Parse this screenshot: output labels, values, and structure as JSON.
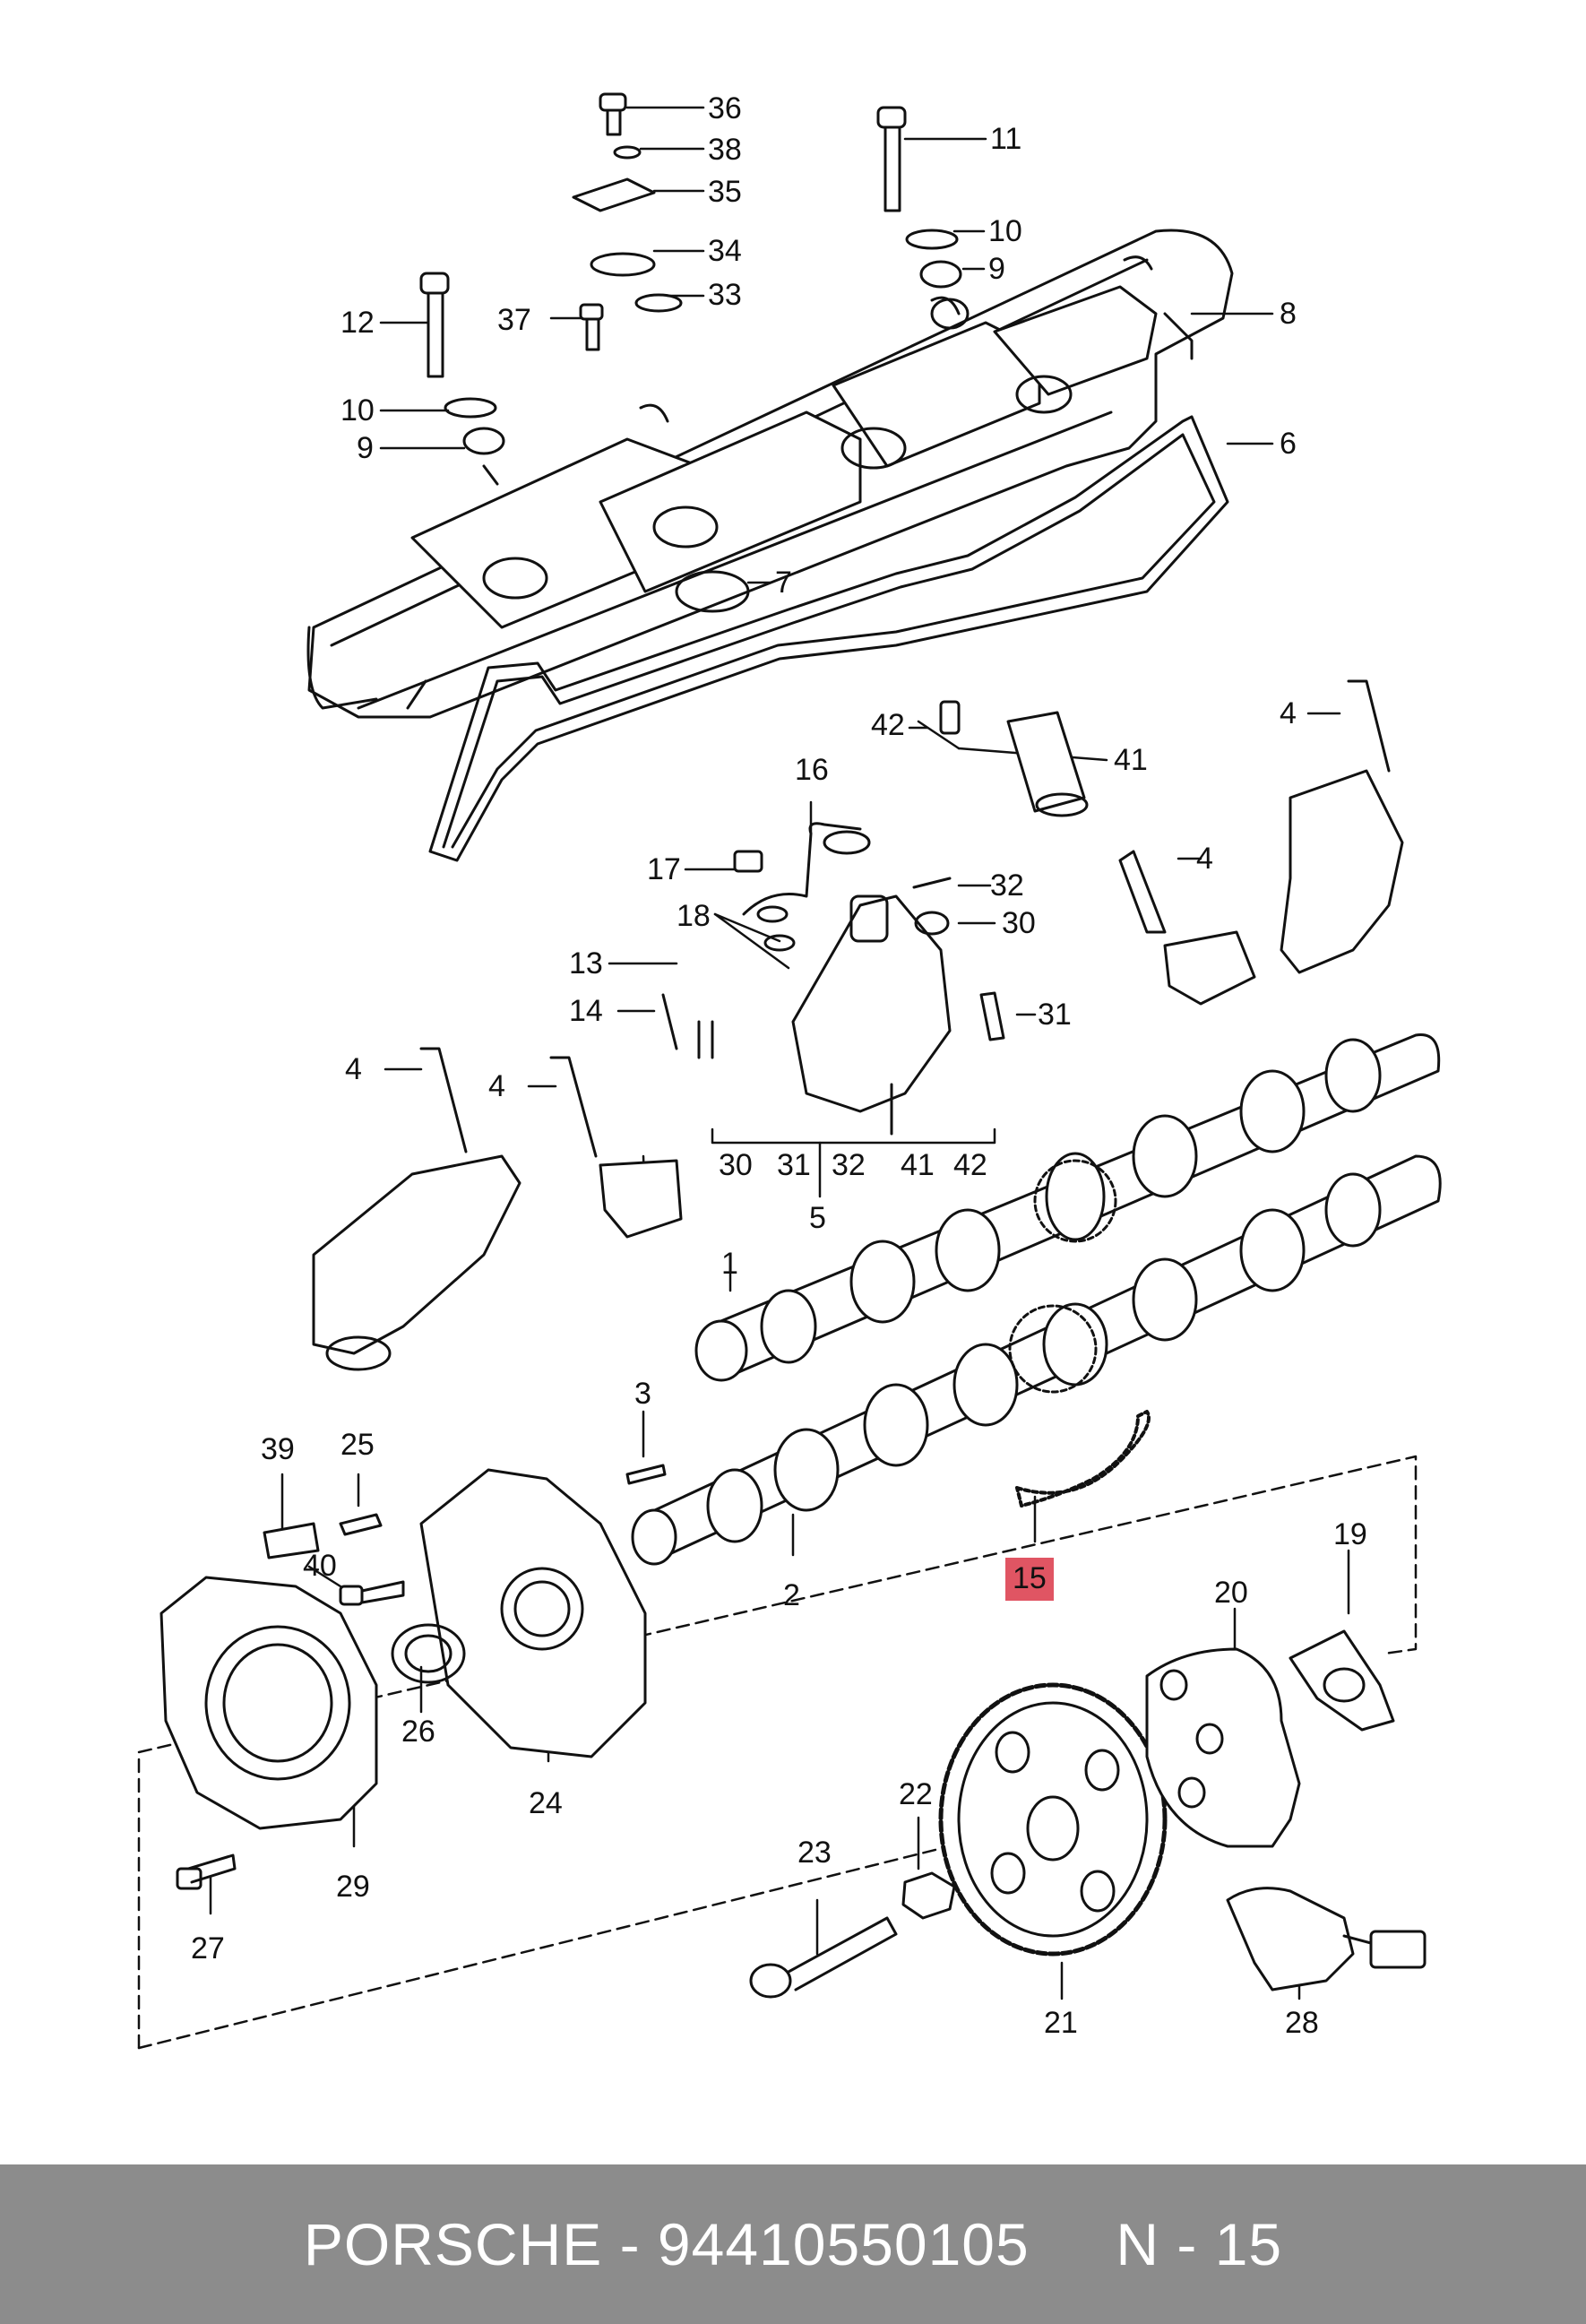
{
  "footer": {
    "brand": "PORSCHE",
    "separator": " - ",
    "part_number": "94410550105",
    "gap": "     ",
    "page_ref": "N - 15"
  },
  "highlight_color": "#e05563",
  "callouts": [
    {
      "id": "c36",
      "label": "36"
    },
    {
      "id": "c38",
      "label": "38"
    },
    {
      "id": "c35",
      "label": "35"
    },
    {
      "id": "c34",
      "label": "34"
    },
    {
      "id": "c33",
      "label": "33"
    },
    {
      "id": "c37",
      "label": "37"
    },
    {
      "id": "c12",
      "label": "12"
    },
    {
      "id": "c10a",
      "label": "10"
    },
    {
      "id": "c9a",
      "label": "9"
    },
    {
      "id": "c11",
      "label": "11"
    },
    {
      "id": "c10b",
      "label": "10"
    },
    {
      "id": "c9b",
      "label": "9"
    },
    {
      "id": "c8",
      "label": "8"
    },
    {
      "id": "c6",
      "label": "6"
    },
    {
      "id": "c7",
      "label": "7"
    },
    {
      "id": "c42",
      "label": "42"
    },
    {
      "id": "c41",
      "label": "41"
    },
    {
      "id": "c16",
      "label": "16"
    },
    {
      "id": "c17",
      "label": "17"
    },
    {
      "id": "c18",
      "label": "18"
    },
    {
      "id": "c32",
      "label": "32"
    },
    {
      "id": "c30",
      "label": "30"
    },
    {
      "id": "c31",
      "label": "31"
    },
    {
      "id": "c13",
      "label": "13"
    },
    {
      "id": "c14",
      "label": "14"
    },
    {
      "id": "c4a",
      "label": "4"
    },
    {
      "id": "c4b",
      "label": "4"
    },
    {
      "id": "c4c",
      "label": "4"
    },
    {
      "id": "c4d",
      "label": "4"
    },
    {
      "id": "c5g30",
      "label": "30"
    },
    {
      "id": "c5g31",
      "label": "31"
    },
    {
      "id": "c5g32",
      "label": "32"
    },
    {
      "id": "c5g41",
      "label": "41"
    },
    {
      "id": "c5g42",
      "label": "42"
    },
    {
      "id": "c5",
      "label": "5"
    },
    {
      "id": "c1",
      "label": "1"
    },
    {
      "id": "c3",
      "label": "3"
    },
    {
      "id": "c2",
      "label": "2"
    },
    {
      "id": "c39",
      "label": "39"
    },
    {
      "id": "c25",
      "label": "25"
    },
    {
      "id": "c40",
      "label": "40"
    },
    {
      "id": "c26",
      "label": "26"
    },
    {
      "id": "c24",
      "label": "24"
    },
    {
      "id": "c29",
      "label": "29"
    },
    {
      "id": "c27",
      "label": "27"
    },
    {
      "id": "c15",
      "label": "15",
      "highlighted": true
    },
    {
      "id": "c19",
      "label": "19"
    },
    {
      "id": "c20",
      "label": "20"
    },
    {
      "id": "c22",
      "label": "22"
    },
    {
      "id": "c23",
      "label": "23"
    },
    {
      "id": "c21",
      "label": "21"
    },
    {
      "id": "c28",
      "label": "28"
    }
  ]
}
